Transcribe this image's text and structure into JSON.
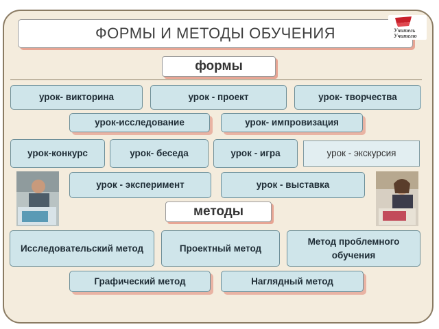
{
  "title": "ФОРМЫ И МЕТОДЫ ОБУЧЕНИЯ",
  "logo_text": "Учитель Учителю",
  "forms_header": "формы",
  "forms": [
    "урок- викторина",
    "урок - проект",
    "урок- творчества",
    "урок-исследование",
    "урок- импровизация",
    "урок-конкурс",
    "урок- беседа",
    "урок - игра",
    "урок - экскурсия",
    "урок - эксперимент",
    "урок - выставка"
  ],
  "methods_header": "методы",
  "methods": [
    "Исследовательский метод",
    "Проектный метод",
    "Метод проблемного обучения",
    "Графический метод",
    "Наглядный метод"
  ],
  "colors": {
    "frame_bg": "#f4ecdd",
    "box_fill": "#cfe5ea",
    "box_shadow": "#e9b3a3",
    "border": "#6c8e98"
  }
}
